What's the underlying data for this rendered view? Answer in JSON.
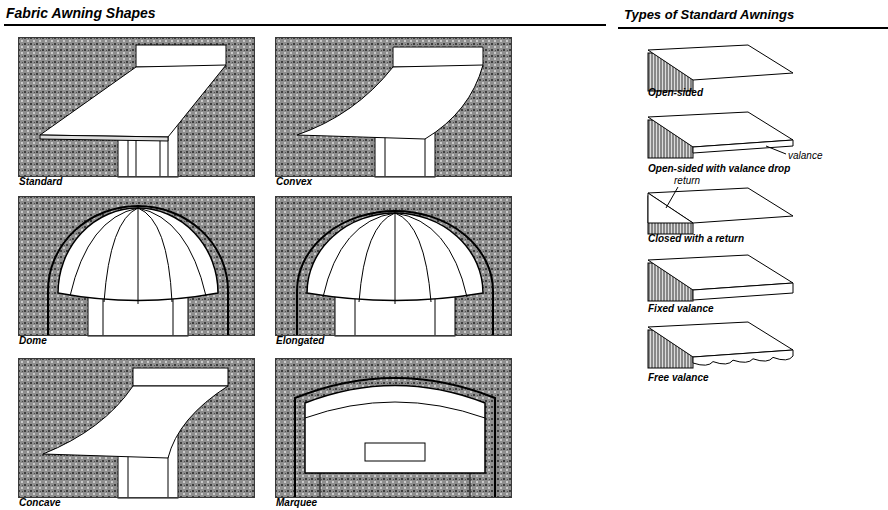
{
  "diagram": {
    "title": "Fabric Awning Shapes",
    "nodes": [
      {
        "text": [
          "Standard"
        ]
      },
      {
        "text": [
          "Convex"
        ]
      },
      {
        "text": [
          "Dome"
        ]
      },
      {
        "text": [
          "Elongated"
        ]
      },
      {
        "text": [
          "Concave"
        ]
      },
      {
        "text": [
          "Marquee"
        ]
      }
    ],
    "labels": [
      "Types of Standard Awnings",
      "Open-sided",
      "valance",
      "Open-sided with valance drop",
      "return",
      "Closed with a return",
      "Fixed valance",
      "Free valance"
    ]
  }
}
